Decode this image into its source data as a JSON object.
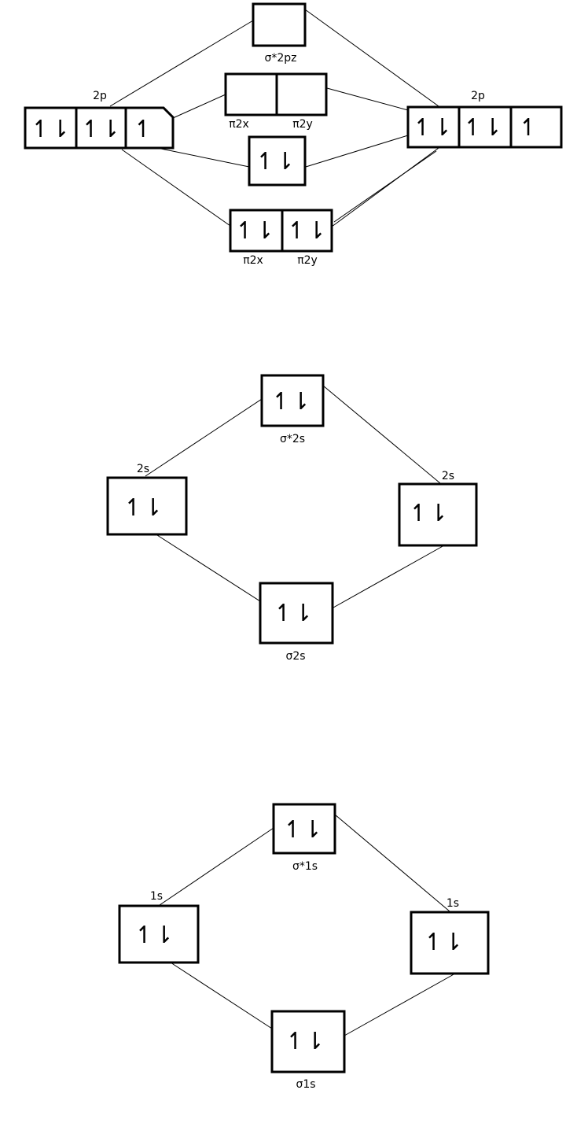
{
  "colors": {
    "line": "#000000",
    "background": "#ffffff"
  },
  "symbols": {
    "pair": "↿⇂",
    "single": "↿",
    "empty": ""
  },
  "sections": [
    {
      "name": "2p",
      "atom_left": {
        "label": "2p",
        "orbitals": [
          "pair",
          "pair",
          "single"
        ]
      },
      "atom_right": {
        "label": "2p",
        "orbitals": [
          "pair",
          "pair",
          "single"
        ]
      },
      "mo_levels": [
        {
          "labels": [
            "σ*2pz"
          ],
          "orbitals": [
            "empty"
          ]
        },
        {
          "labels": [
            "π2x",
            "π2y"
          ],
          "orbitals": [
            "empty",
            "empty"
          ]
        },
        {
          "labels": [],
          "orbitals": [
            "pair"
          ]
        },
        {
          "labels": [
            "π2x",
            "π2y"
          ],
          "orbitals": [
            "pair",
            "pair"
          ]
        }
      ]
    },
    {
      "name": "2s",
      "atom_left": {
        "label": "2s",
        "orbitals": [
          "pair"
        ]
      },
      "atom_right": {
        "label": "2s",
        "orbitals": [
          "pair"
        ]
      },
      "mo_levels": [
        {
          "labels": [
            "σ*2s"
          ],
          "orbitals": [
            "pair"
          ]
        },
        {
          "labels": [
            "σ2s"
          ],
          "orbitals": [
            "pair"
          ]
        }
      ]
    },
    {
      "name": "1s",
      "atom_left": {
        "label": "1s",
        "orbitals": [
          "pair"
        ]
      },
      "atom_right": {
        "label": "1s",
        "orbitals": [
          "pair"
        ]
      },
      "mo_levels": [
        {
          "labels": [
            "σ*1s"
          ],
          "orbitals": [
            "pair"
          ]
        },
        {
          "labels": [
            "σ1s"
          ],
          "orbitals": [
            "pair"
          ]
        }
      ]
    }
  ]
}
